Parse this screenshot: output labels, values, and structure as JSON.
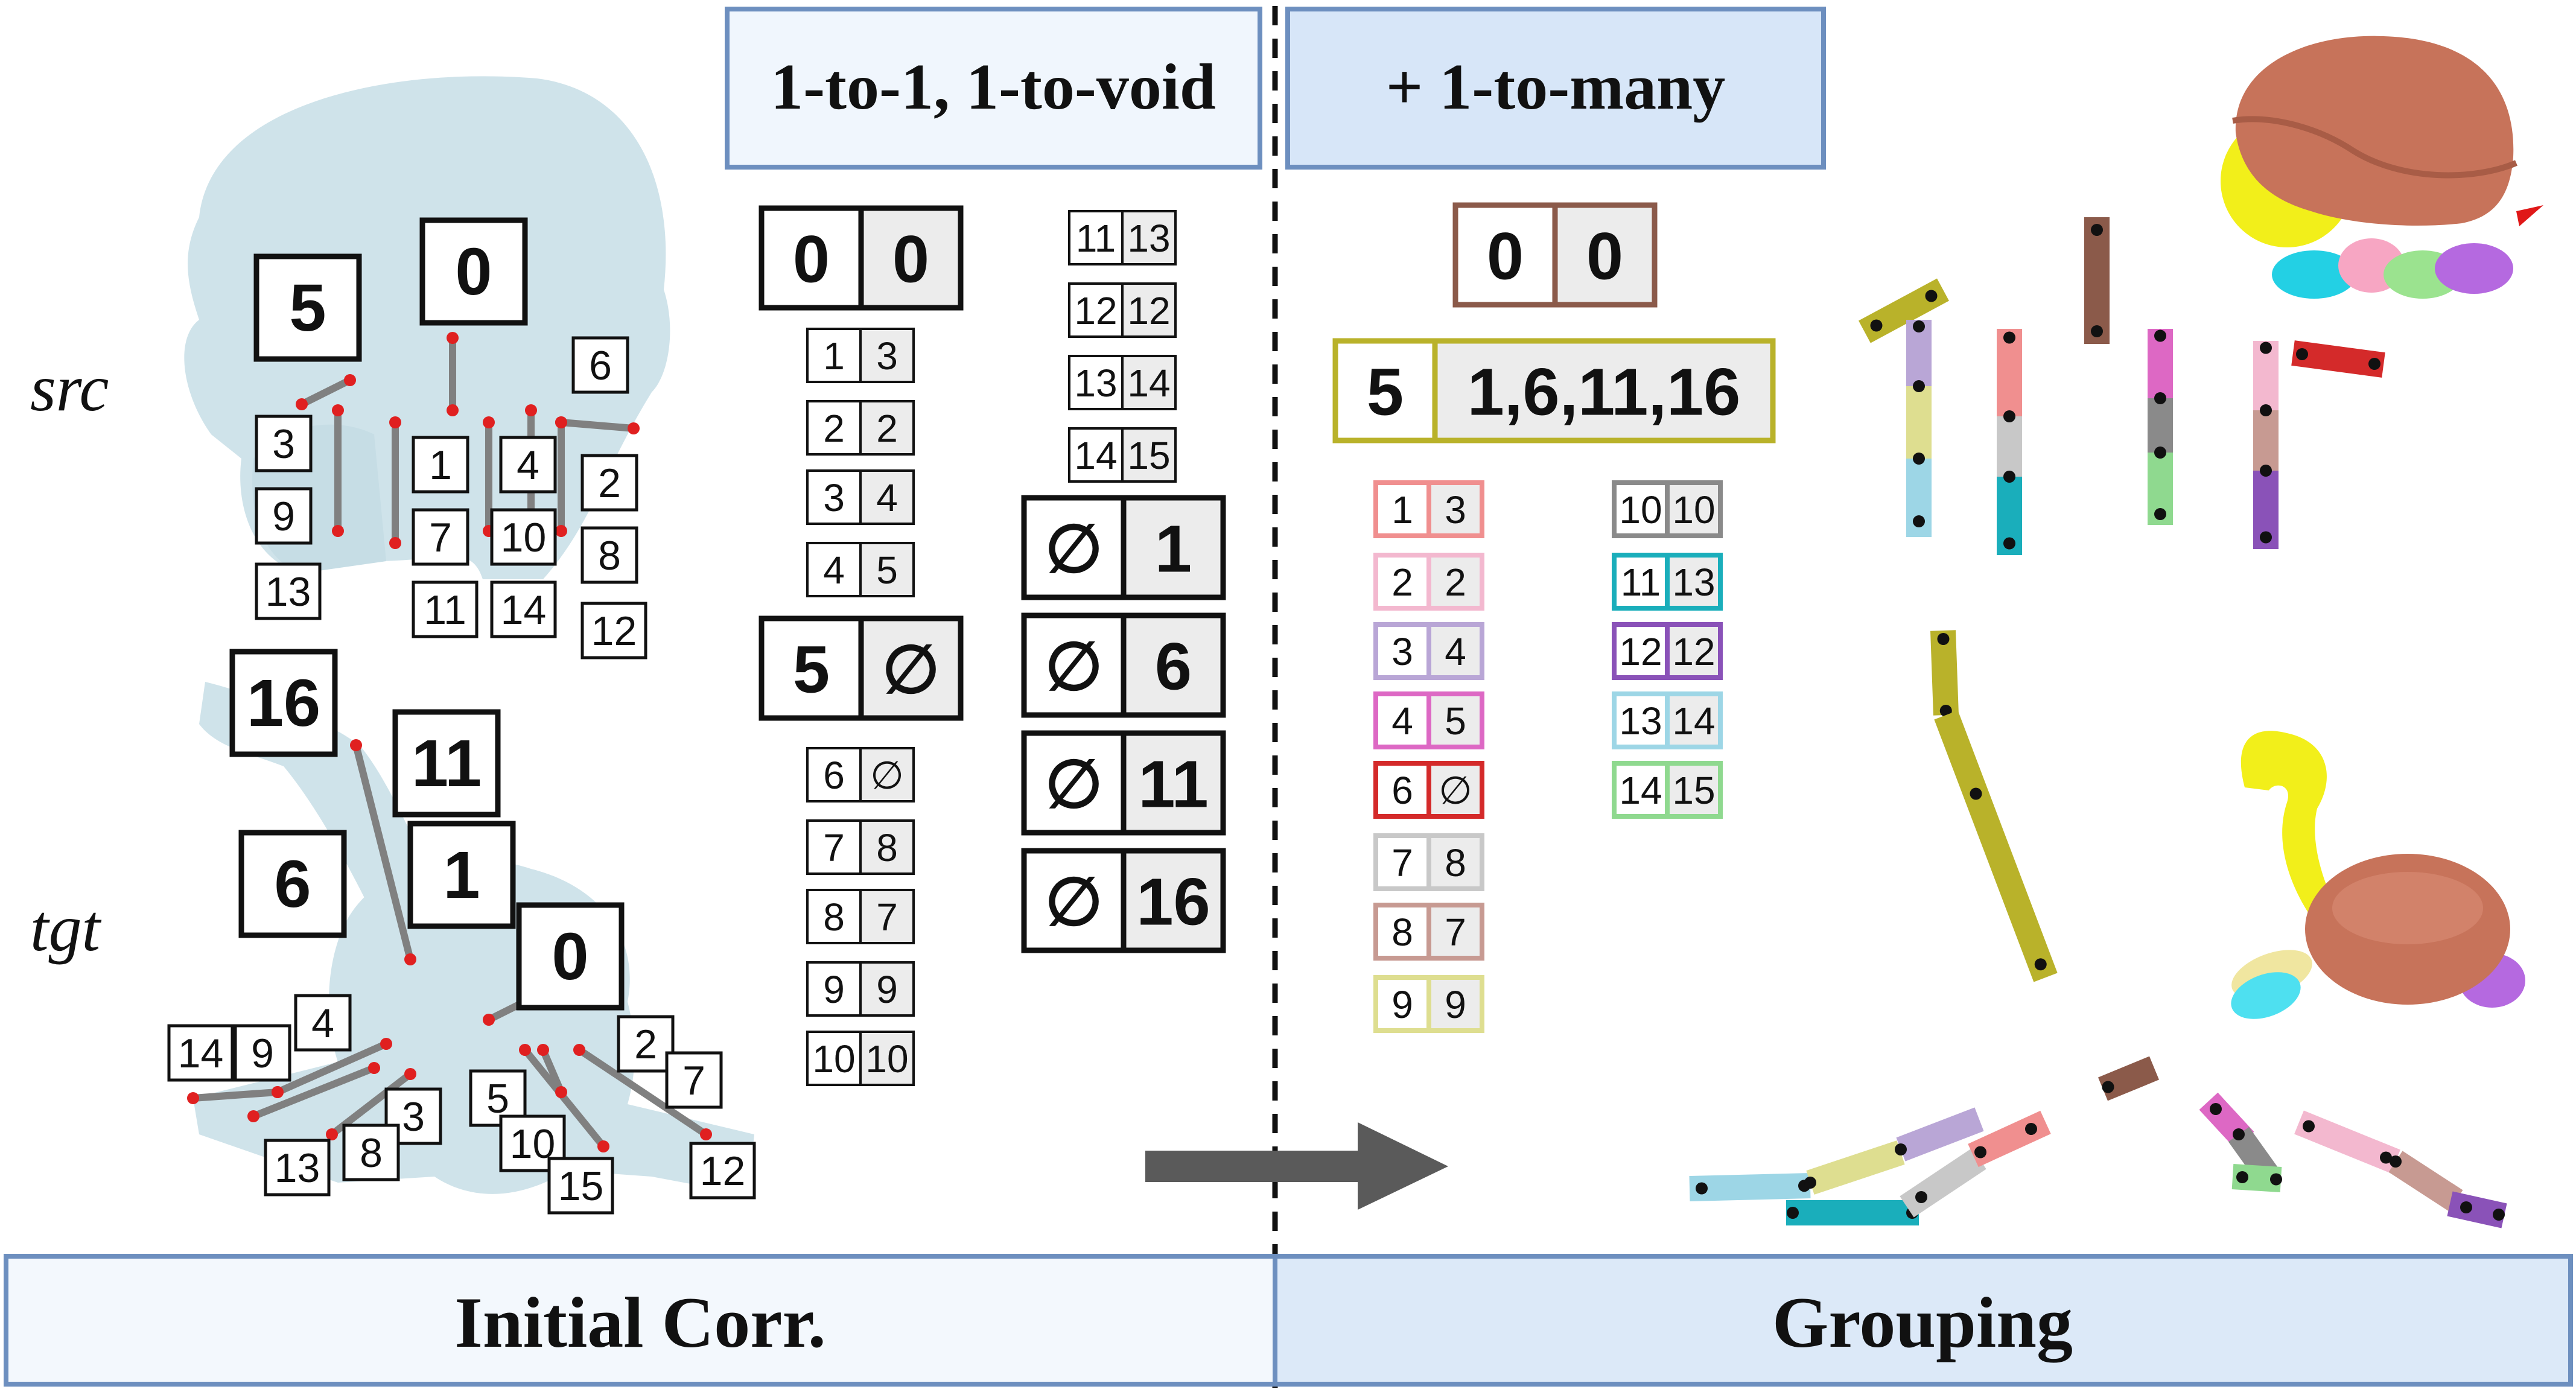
{
  "header": {
    "left_title": "1-to-1, 1-to-void",
    "right_title": "+ 1-to-many"
  },
  "footer": {
    "left_label": "Initial Corr.",
    "right_label": "Grouping"
  },
  "shape_labels": {
    "src": "src",
    "tgt": "tgt"
  },
  "src_labels": [
    {
      "text": "5",
      "big": true
    },
    {
      "text": "0",
      "big": true
    },
    {
      "text": "6"
    },
    {
      "text": "3"
    },
    {
      "text": "1"
    },
    {
      "text": "4"
    },
    {
      "text": "2"
    },
    {
      "text": "9"
    },
    {
      "text": "7"
    },
    {
      "text": "10"
    },
    {
      "text": "8"
    },
    {
      "text": "13"
    },
    {
      "text": "11"
    },
    {
      "text": "14"
    },
    {
      "text": "12"
    }
  ],
  "tgt_labels": [
    {
      "text": "16",
      "big": true
    },
    {
      "text": "11",
      "big": true
    },
    {
      "text": "6",
      "big": true
    },
    {
      "text": "1",
      "big": true
    },
    {
      "text": "0",
      "big": true
    },
    {
      "text": "4"
    },
    {
      "text": "14"
    },
    {
      "text": "9"
    },
    {
      "text": "3"
    },
    {
      "text": "8"
    },
    {
      "text": "13"
    },
    {
      "text": "5"
    },
    {
      "text": "10"
    },
    {
      "text": "15"
    },
    {
      "text": "2"
    },
    {
      "text": "7"
    },
    {
      "text": "12"
    }
  ],
  "initial_pairs_col1": [
    {
      "a": "0",
      "b": "0",
      "big": true
    },
    {
      "a": "1",
      "b": "3"
    },
    {
      "a": "2",
      "b": "2"
    },
    {
      "a": "3",
      "b": "4"
    },
    {
      "a": "4",
      "b": "5"
    },
    {
      "a": "5",
      "b": "∅",
      "big": true
    },
    {
      "a": "6",
      "b": "∅"
    },
    {
      "a": "7",
      "b": "8"
    },
    {
      "a": "8",
      "b": "7"
    },
    {
      "a": "9",
      "b": "9"
    },
    {
      "a": "10",
      "b": "10"
    }
  ],
  "initial_pairs_col2": [
    {
      "a": "11",
      "b": "13"
    },
    {
      "a": "12",
      "b": "12"
    },
    {
      "a": "13",
      "b": "14"
    },
    {
      "a": "14",
      "b": "15"
    },
    {
      "a": "∅",
      "b": "1",
      "big": true
    },
    {
      "a": "∅",
      "b": "6",
      "big": true
    },
    {
      "a": "∅",
      "b": "11",
      "big": true
    },
    {
      "a": "∅",
      "b": "16",
      "big": true
    }
  ],
  "group_big": [
    {
      "a": "0",
      "b": "0",
      "color": "#8b5a4a"
    },
    {
      "a": "5",
      "b": "1,6,11,16",
      "color": "#b9b22a"
    }
  ],
  "group_pairs_col1": [
    {
      "a": "1",
      "b": "3",
      "color": "#f08f8f"
    },
    {
      "a": "2",
      "b": "2",
      "color": "#f3b8cf"
    },
    {
      "a": "3",
      "b": "4",
      "color": "#b9a6d6"
    },
    {
      "a": "4",
      "b": "5",
      "color": "#dd68c4"
    },
    {
      "a": "6",
      "b": "∅",
      "color": "#d42a2a"
    },
    {
      "a": "7",
      "b": "8",
      "color": "#c8c8c8"
    },
    {
      "a": "8",
      "b": "7",
      "color": "#c79a92"
    },
    {
      "a": "9",
      "b": "9",
      "color": "#dede90"
    }
  ],
  "group_pairs_col2": [
    {
      "a": "10",
      "b": "10",
      "color": "#8a8a8a"
    },
    {
      "a": "11",
      "b": "13",
      "color": "#1aaebb"
    },
    {
      "a": "12",
      "b": "12",
      "color": "#8a52b8"
    },
    {
      "a": "13",
      "b": "14",
      "color": "#9dd6e6"
    },
    {
      "a": "14",
      "b": "15",
      "color": "#8fd98f"
    }
  ],
  "colors": {
    "header_left_fill": "#f0f6fd",
    "header_right_fill": "#d7e6f8",
    "header_border": "#6d8fbf",
    "footer_left_fill": "#f3f8fd",
    "footer_right_fill": "#dce9f8",
    "mesh": "#cfe3ea",
    "joint": "#e02020",
    "bone": "#808080",
    "arrow": "#5a5a5a",
    "cell_gray": "#ececec",
    "shell": "#c7735a",
    "body_yellow": "#f2ef1a"
  }
}
